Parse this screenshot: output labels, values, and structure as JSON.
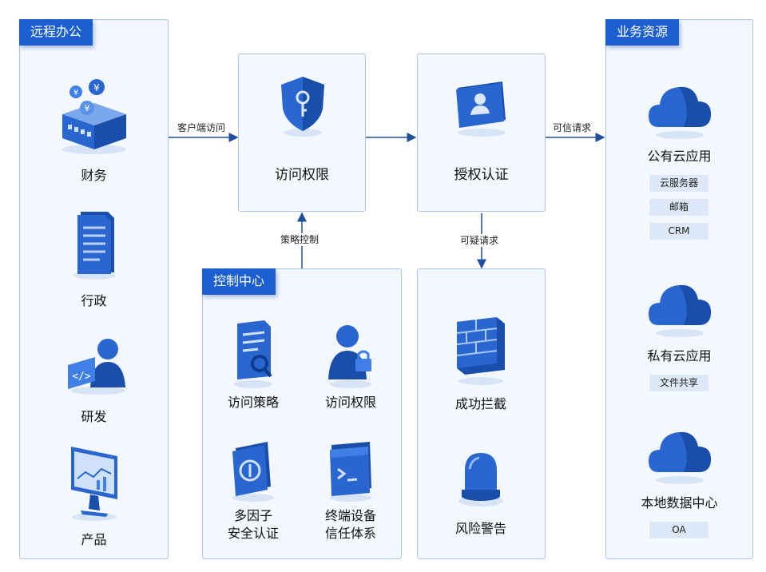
{
  "colors": {
    "accent": "#1c5fd1",
    "panel_border": "#a9c4ee",
    "panel_fill": "#f3f7fe",
    "tag_fill": "#dde8f8",
    "connector": "#1d4f9e"
  },
  "remote_office": {
    "title": "远程办公",
    "items": [
      {
        "label": "财务",
        "icon": "finance-icon"
      },
      {
        "label": "行政",
        "icon": "document-icon"
      },
      {
        "label": "研发",
        "icon": "developer-icon"
      },
      {
        "label": "产品",
        "icon": "monitor-chart-icon"
      }
    ]
  },
  "access_control": {
    "label": "访问权限",
    "icon": "shield-key-icon"
  },
  "auth": {
    "label": "授权认证",
    "icon": "id-card-icon"
  },
  "control_center": {
    "title": "控制中心",
    "items": [
      {
        "label": "访问策略",
        "icon": "policy-document-icon"
      },
      {
        "label": "访问权限",
        "icon": "user-lock-icon"
      },
      {
        "label": "多因子\n安全认证",
        "icon": "mfa-shield-icon"
      },
      {
        "label": "终端设备\n信任体系",
        "icon": "terminal-window-icon"
      }
    ]
  },
  "interception": {
    "items": [
      {
        "label": "成功拦截",
        "icon": "firewall-icon"
      },
      {
        "label": "风险警告",
        "icon": "alarm-light-icon"
      }
    ]
  },
  "business": {
    "title": "业务资源",
    "groups": [
      {
        "label": "公有云应用",
        "icon": "cloud-icon",
        "tags": [
          "云服务器",
          "邮箱",
          "CRM"
        ]
      },
      {
        "label": "私有云应用",
        "icon": "cloud-icon",
        "tags": [
          "文件共享"
        ]
      },
      {
        "label": "本地数据中心",
        "icon": "cloud-icon",
        "tags": [
          "OA"
        ]
      }
    ]
  },
  "edges": {
    "client_access": "客户端访问",
    "trusted_request": "可信请求",
    "policy_control": "策略控制",
    "suspicious_request": "可疑请求"
  }
}
